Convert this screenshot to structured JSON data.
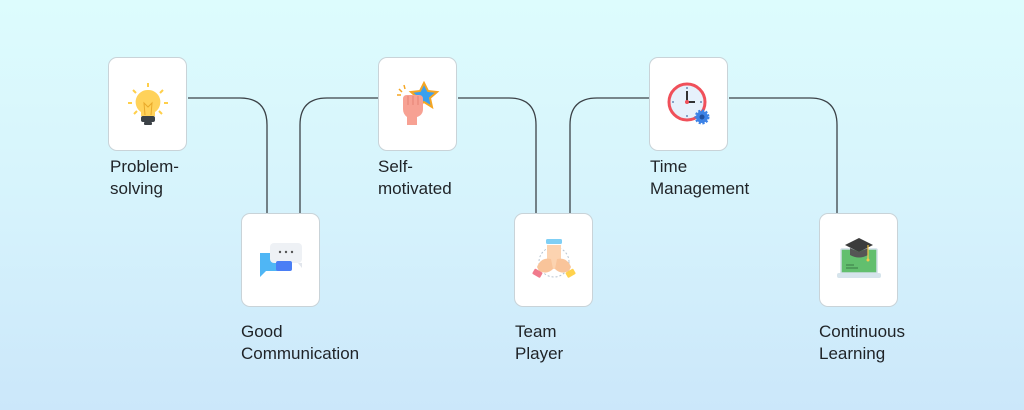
{
  "skills": [
    {
      "line1": "Problem-",
      "line2": "solving",
      "icon": "lightbulb-icon"
    },
    {
      "line1": "Good",
      "line2": "Communication",
      "icon": "chat-bubbles-icon"
    },
    {
      "line1": "Self-",
      "line2": "motivated",
      "icon": "fist-star-icon"
    },
    {
      "line1": "Team",
      "line2": "Player",
      "icon": "hands-together-icon"
    },
    {
      "line1": "Time",
      "line2": "Management",
      "icon": "clock-gear-icon"
    },
    {
      "line1": "Continuous",
      "line2": "Learning",
      "icon": "graduation-laptop-icon"
    }
  ],
  "colors": {
    "connector": "#3c4247",
    "card_border": "#c9d3d8"
  }
}
